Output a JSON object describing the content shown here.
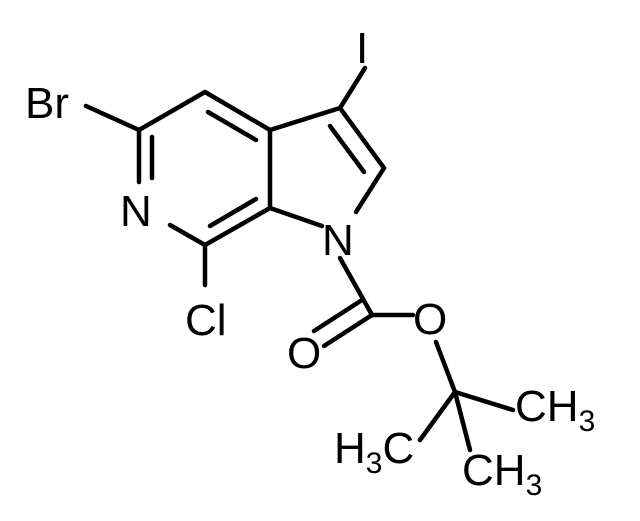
{
  "atoms": {
    "br": "Br",
    "i": "I",
    "n_ring": "N",
    "n1": "N",
    "cl": "Cl",
    "o_carbonyl": "O",
    "o_ester": "O",
    "ch3_right": {
      "main": "CH",
      "sub": "3"
    },
    "ch3_bottom": {
      "main": "CH",
      "sub": "3"
    },
    "h3c_left": {
      "h": "H",
      "sub": "3",
      "c": "C"
    }
  }
}
